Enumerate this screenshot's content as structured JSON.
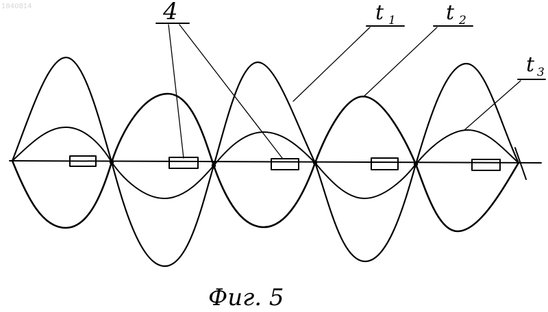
{
  "watermark": "1840814",
  "reference_label": "4",
  "curve_labels": {
    "t1_main": "t",
    "t1_sub": "1",
    "t2_main": "t",
    "t2_sub": "2",
    "t3_main": "t",
    "t3_sub": "3"
  },
  "caption": "Фиг. 5",
  "colors": {
    "ink": "#000000",
    "paper": "#ffffff"
  },
  "curves": {
    "nodes": 6,
    "element_count": 5
  }
}
